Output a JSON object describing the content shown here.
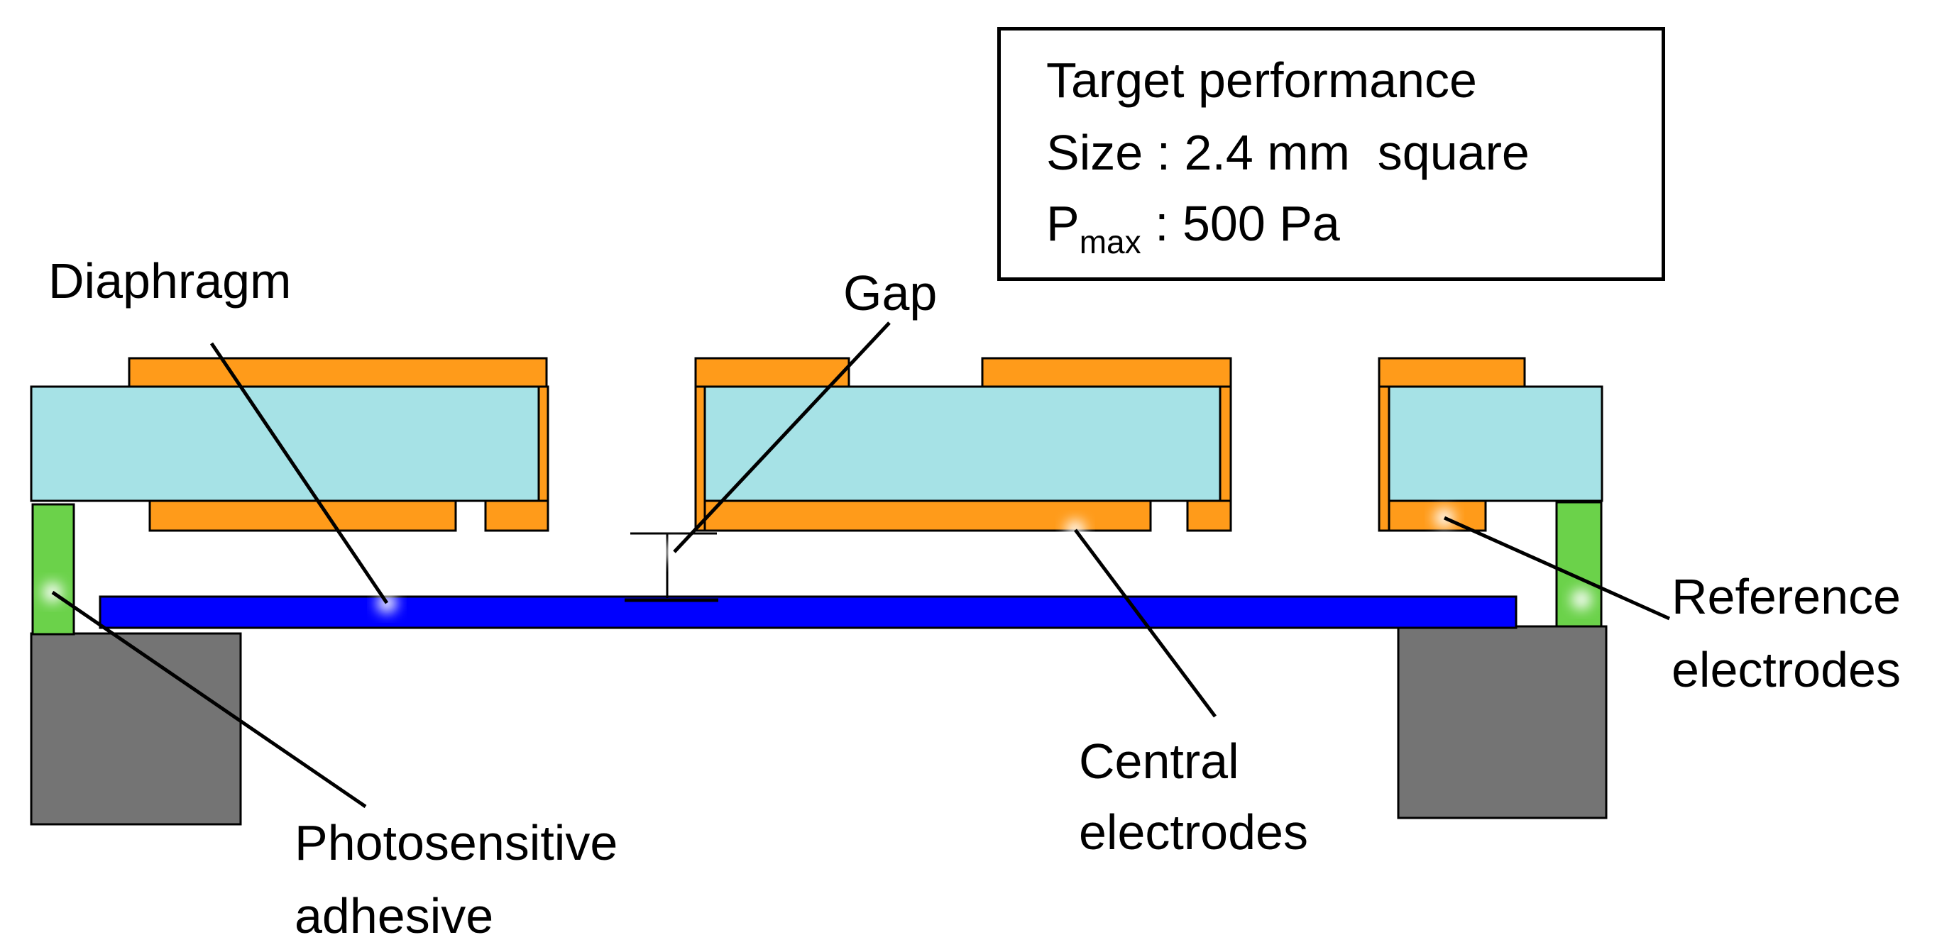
{
  "target_box": {
    "title": "Target performance",
    "size_label": "Size",
    "size_value": ": 2.4 mm  square",
    "pmax_symbol": "P",
    "pmax_subscript": "max",
    "pmax_value": ": 500 Pa"
  },
  "labels": {
    "diaphragm": "Diaphragm",
    "gap": "Gap",
    "reference_line1": "Reference",
    "reference_line2": "electrodes",
    "central_line1": "Central",
    "central_line2": "electrodes",
    "adhesive_line1": "Photosensitive",
    "adhesive_line2": "adhesive"
  },
  "colors": {
    "glass": "#a6e2e6",
    "electrode": "#ff9b1a",
    "diaphragm": "#0000ff",
    "adhesive": "#6bd24a",
    "base": "#747474"
  }
}
